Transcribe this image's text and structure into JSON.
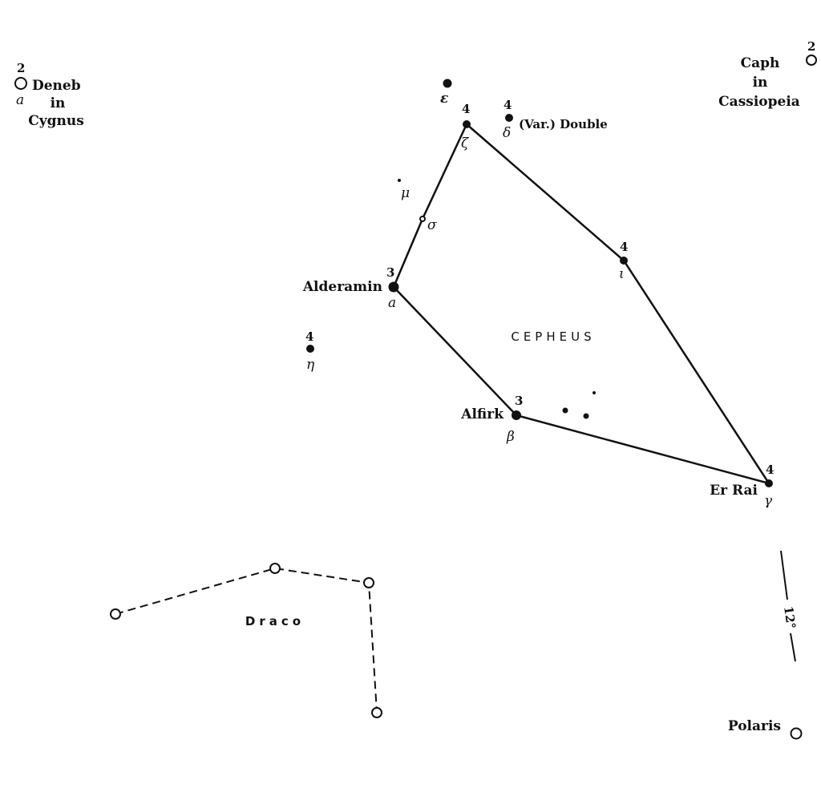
{
  "constellation": "CEPHEUS",
  "neighbor_constellation": "Draco",
  "deneb": {
    "magnitude": "2",
    "greek": "a",
    "name": "Deneb",
    "in": "in",
    "constellation": "Cygnus"
  },
  "caph": {
    "magnitude": "2",
    "name": "Caph",
    "in": "in",
    "constellation": "Cassiopeia"
  },
  "epsilon": {
    "greek": "ε"
  },
  "zeta": {
    "magnitude": "4",
    "greek": "ζ"
  },
  "delta": {
    "magnitude": "4",
    "greek": "δ",
    "note": "(Var.) Double"
  },
  "mu": {
    "greek": "μ"
  },
  "sigma": {
    "greek": "σ"
  },
  "alpha": {
    "magnitude": "3",
    "greek": "a",
    "name": "Alderamin"
  },
  "iota": {
    "magnitude": "4",
    "greek": "ι"
  },
  "eta": {
    "magnitude": "4",
    "greek": "η"
  },
  "beta": {
    "magnitude": "3",
    "greek": "β",
    "name": "Alfirk"
  },
  "gamma": {
    "magnitude": "4",
    "greek": "γ",
    "name": "Er Rai"
  },
  "polaris": {
    "name": "Polaris"
  },
  "scale": {
    "label": "12°"
  }
}
